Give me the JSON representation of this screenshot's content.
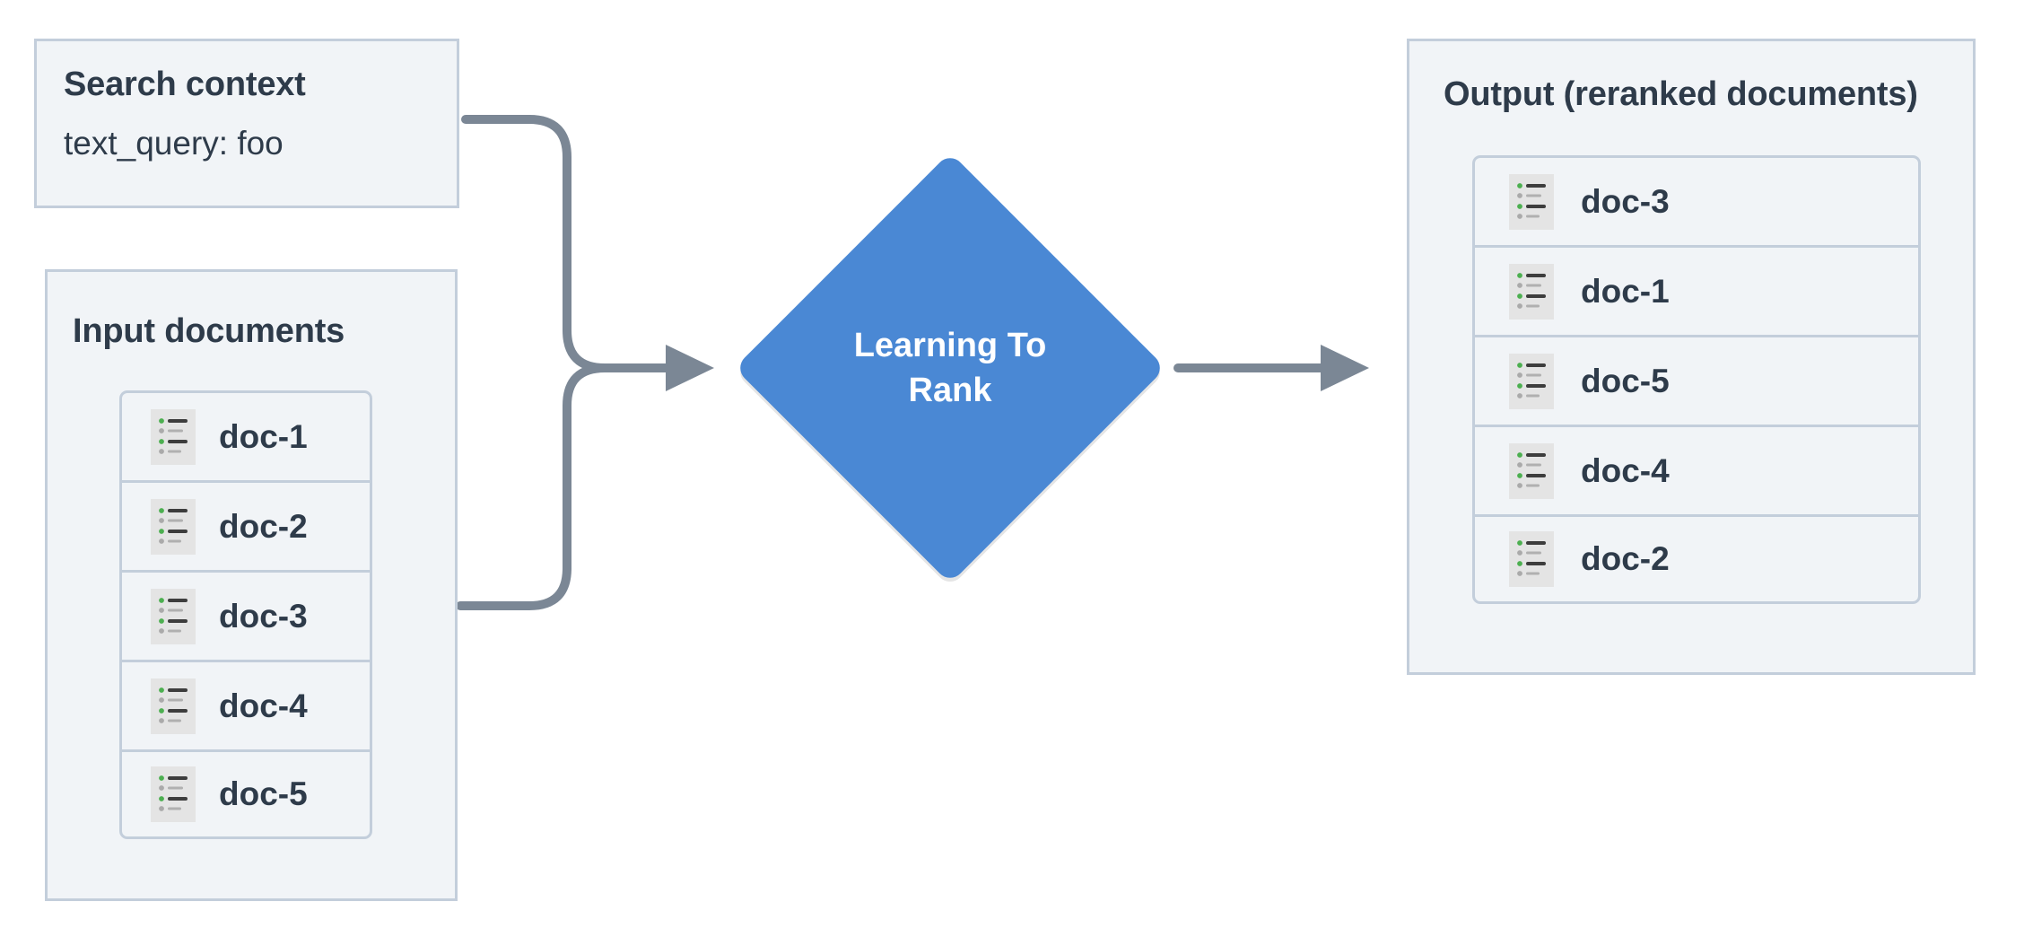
{
  "diagram": {
    "title": "Learning To Rank reranking flow",
    "colors": {
      "panel_background": "#f1f4f7",
      "panel_border": "#c3cedb",
      "text": "#2e3b4a",
      "node_blue": "#4a88d4",
      "connector_gray": "#7b8795",
      "icon_background": "#e4e4e4",
      "icon_bullet_green": "#4caf50",
      "icon_bullet_gray": "#aaaaaa",
      "icon_line_dark": "#3d3d3d",
      "icon_line_gray": "#b0b0b0",
      "canvas_background": "#ffffff"
    }
  },
  "search_context": {
    "title": "Search context",
    "query_line": "text_query: foo"
  },
  "input_documents": {
    "title": "Input documents",
    "items": [
      {
        "label": "doc-1",
        "icon": "document-list-icon"
      },
      {
        "label": "doc-2",
        "icon": "document-list-icon"
      },
      {
        "label": "doc-3",
        "icon": "document-list-icon"
      },
      {
        "label": "doc-4",
        "icon": "document-list-icon"
      },
      {
        "label": "doc-5",
        "icon": "document-list-icon"
      }
    ]
  },
  "process_node": {
    "label_line_1": "Learning To",
    "label_line_2": "Rank",
    "shape": "diamond"
  },
  "output_documents": {
    "title": "Output (reranked documents)",
    "items": [
      {
        "label": "doc-3",
        "icon": "document-list-icon"
      },
      {
        "label": "doc-1",
        "icon": "document-list-icon"
      },
      {
        "label": "doc-5",
        "icon": "document-list-icon"
      },
      {
        "label": "doc-4",
        "icon": "document-list-icon"
      },
      {
        "label": "doc-2",
        "icon": "document-list-icon"
      }
    ]
  },
  "connectors": [
    {
      "name": "search-context-to-ltr",
      "from": "search_context",
      "to": "process_node",
      "arrowhead": true
    },
    {
      "name": "input-documents-to-ltr",
      "from": "input_documents",
      "to": "process_node",
      "arrowhead": true
    },
    {
      "name": "ltr-to-output",
      "from": "process_node",
      "to": "output_documents",
      "arrowhead": true
    }
  ]
}
